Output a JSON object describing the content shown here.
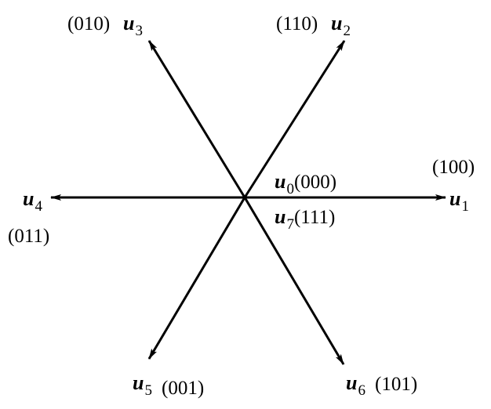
{
  "diagram": {
    "vectors": [
      {
        "id": "u1",
        "name": "u",
        "sub": "1",
        "code": "(100)"
      },
      {
        "id": "u2",
        "name": "u",
        "sub": "2",
        "code": "(110)"
      },
      {
        "id": "u3",
        "name": "u",
        "sub": "3",
        "code": "(010)"
      },
      {
        "id": "u4",
        "name": "u",
        "sub": "4",
        "code": "(011)"
      },
      {
        "id": "u5",
        "name": "u",
        "sub": "5",
        "code": "(001)"
      },
      {
        "id": "u6",
        "name": "u",
        "sub": "6",
        "code": "(101)"
      }
    ],
    "zero_vectors": [
      {
        "id": "u0",
        "name": "u",
        "sub": "0",
        "code": "(000)"
      },
      {
        "id": "u7",
        "name": "u",
        "sub": "7",
        "code": "(111)"
      }
    ],
    "line_color": "#000000"
  }
}
